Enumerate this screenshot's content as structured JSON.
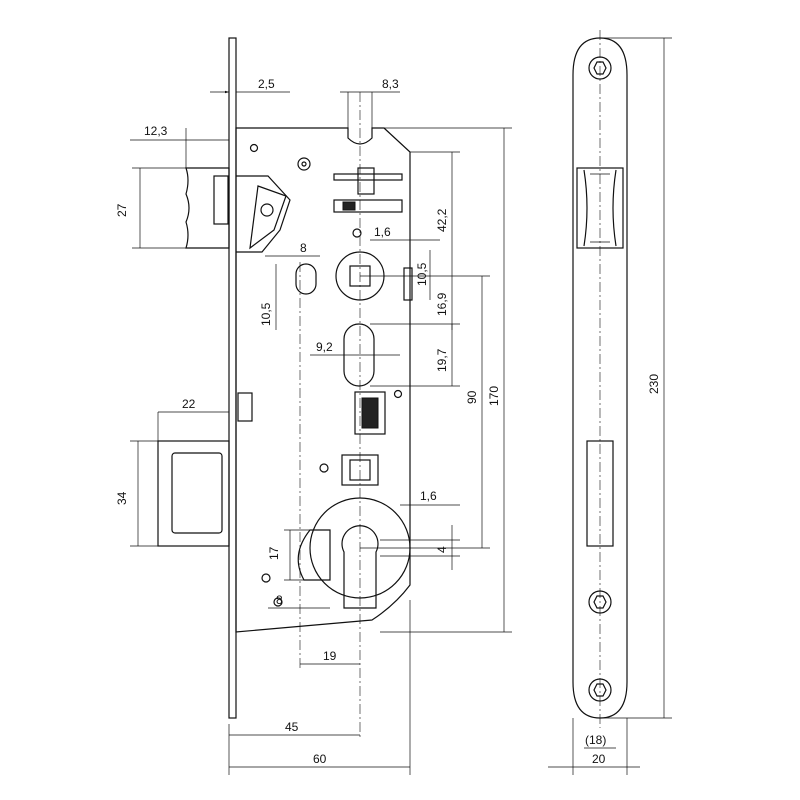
{
  "dimensions": {
    "faceplate_thickness": "2,5",
    "spindle_slot_width": "8,3",
    "latch_projection": "12,3",
    "latch_height": "27",
    "vert_42_2": "42,2",
    "offset_1_6_top": "1,6",
    "small_8_top": "8",
    "vert_10_5_right": "10,5",
    "vert_10_5_left": "10,5",
    "vert_16_9": "16,9",
    "slot_9_2": "9,2",
    "vert_19_7": "19,7",
    "center_90": "90",
    "height_170": "170",
    "bolt_projection": "22",
    "bolt_height": "34",
    "offset_1_6_bottom": "1,6",
    "vert_4": "4",
    "vert_17": "17",
    "small_8_bottom": "8",
    "horiz_19": "19",
    "backset_45": "45",
    "depth_60": "60",
    "plate_length": "230",
    "plate_width_18": "(18)",
    "plate_width_20": "20"
  }
}
